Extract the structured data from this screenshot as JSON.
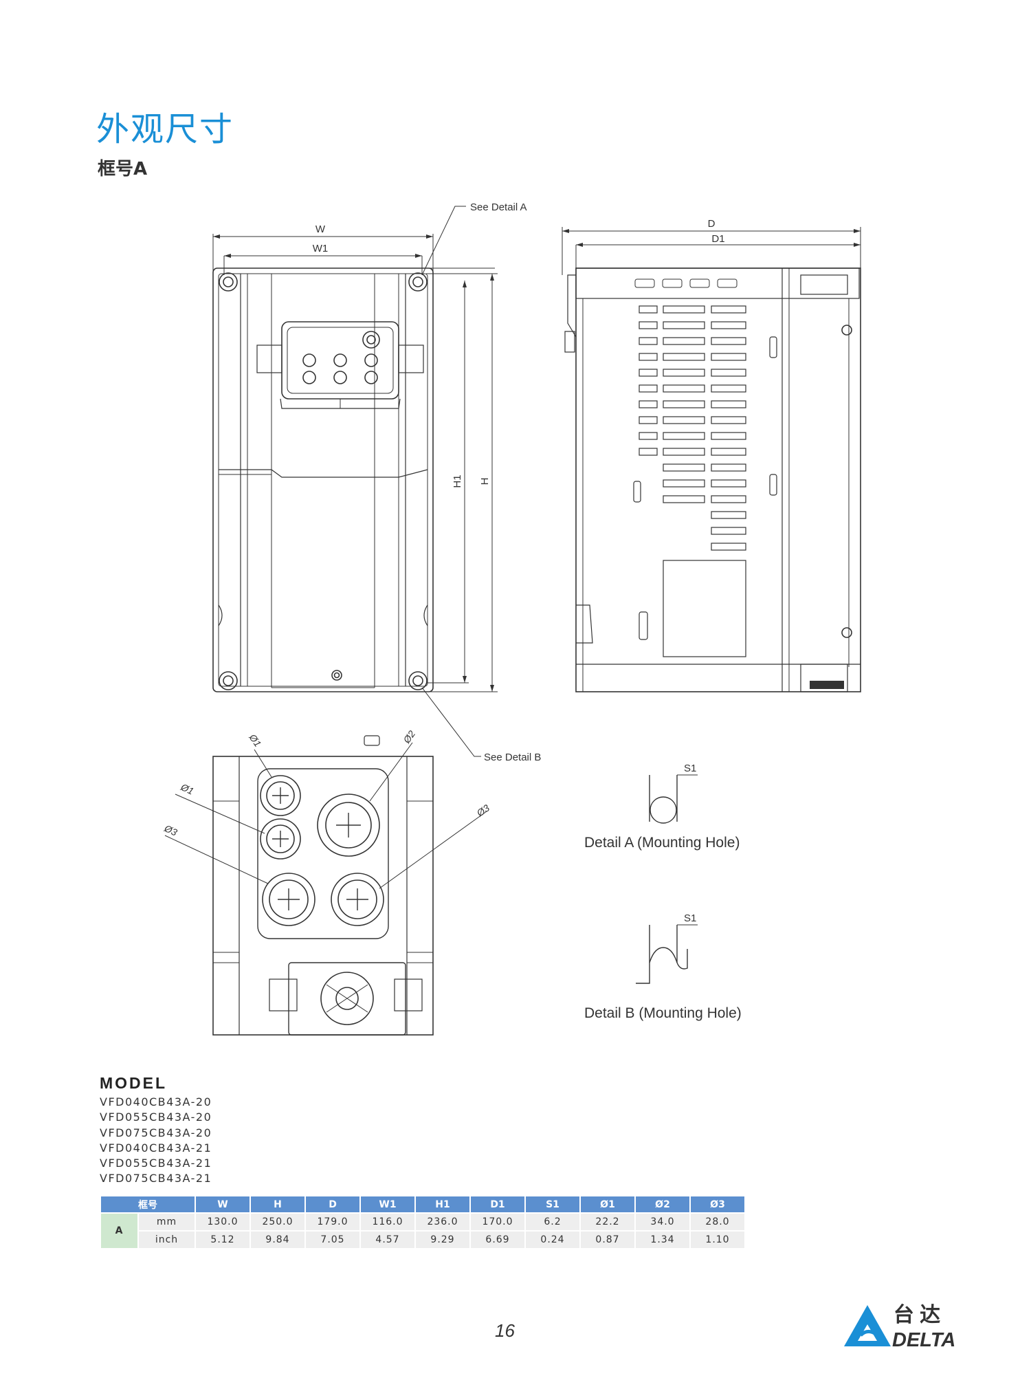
{
  "title": "外观尺寸",
  "subtitle": "框号A",
  "drawing": {
    "labels": {
      "w": "W",
      "w1": "W1",
      "d": "D",
      "d1": "D1",
      "h": "H",
      "h1": "H1",
      "see_detail_a": "See Detail A",
      "see_detail_b": "See Detail B",
      "phi1": "Ø1",
      "phi2": "Ø2",
      "phi3": "Ø3",
      "s1": "S1",
      "detail_a_caption": "Detail A (Mounting Hole)",
      "detail_b_caption": "Detail B (Mounting Hole)"
    }
  },
  "model": {
    "heading": "MODEL",
    "items": [
      "VFD040CB43A-20",
      "VFD055CB43A-20",
      "VFD075CB43A-20",
      "VFD040CB43A-21",
      "VFD055CB43A-21",
      "VFD075CB43A-21"
    ]
  },
  "dimension_table": {
    "headers": [
      "框号",
      "W",
      "H",
      "D",
      "W1",
      "H1",
      "D1",
      "S1",
      "Ø1",
      "Ø2",
      "Ø3"
    ],
    "frame": "A",
    "rows": [
      {
        "unit": "mm",
        "values": [
          "130.0",
          "250.0",
          "179.0",
          "116.0",
          "236.0",
          "170.0",
          "6.2",
          "22.2",
          "34.0",
          "28.0"
        ]
      },
      {
        "unit": "inch",
        "values": [
          "5.12",
          "9.84",
          "7.05",
          "4.57",
          "9.29",
          "6.69",
          "0.24",
          "0.87",
          "1.34",
          "1.10"
        ]
      }
    ]
  },
  "page_number": "16",
  "logo": {
    "cn": "台 达",
    "en": "DELTA",
    "color": "#1a8fd6"
  }
}
